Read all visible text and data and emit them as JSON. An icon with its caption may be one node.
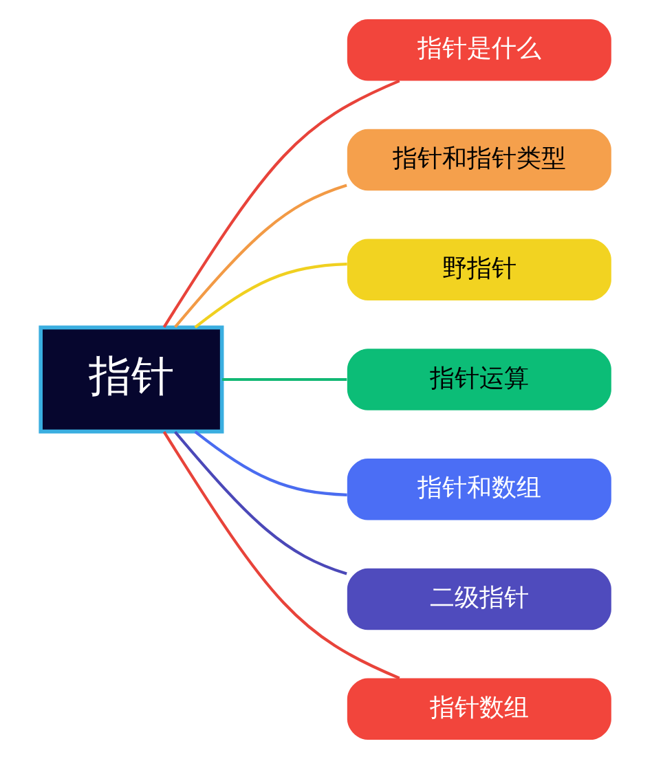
{
  "diagram": {
    "nodes": [
      {
        "text": [
          "指针"
        ]
      },
      {
        "text": [
          "指针是什么"
        ]
      },
      {
        "text": [
          "指针和指针类型"
        ]
      },
      {
        "text": [
          "野指针"
        ]
      },
      {
        "text": [
          "指针运算"
        ]
      },
      {
        "text": [
          "指针和数组"
        ]
      },
      {
        "text": [
          "二级指针"
        ]
      },
      {
        "text": [
          "指针数组"
        ]
      }
    ],
    "edges": [
      {
        "from": 0,
        "to": 1,
        "arrow": "none",
        "color": "#e8433a"
      },
      {
        "from": 0,
        "to": 2,
        "arrow": "none",
        "color": "#f29a45"
      },
      {
        "from": 0,
        "to": 3,
        "arrow": "none",
        "color": "#f0d020"
      },
      {
        "from": 0,
        "to": 4,
        "arrow": "none",
        "color": "#12b874"
      },
      {
        "from": 0,
        "to": 5,
        "arrow": "none",
        "color": "#4a6cf0"
      },
      {
        "from": 0,
        "to": 6,
        "arrow": "none",
        "color": "#4b48b8"
      },
      {
        "from": 0,
        "to": 7,
        "arrow": "none",
        "color": "#e8433a"
      }
    ]
  }
}
